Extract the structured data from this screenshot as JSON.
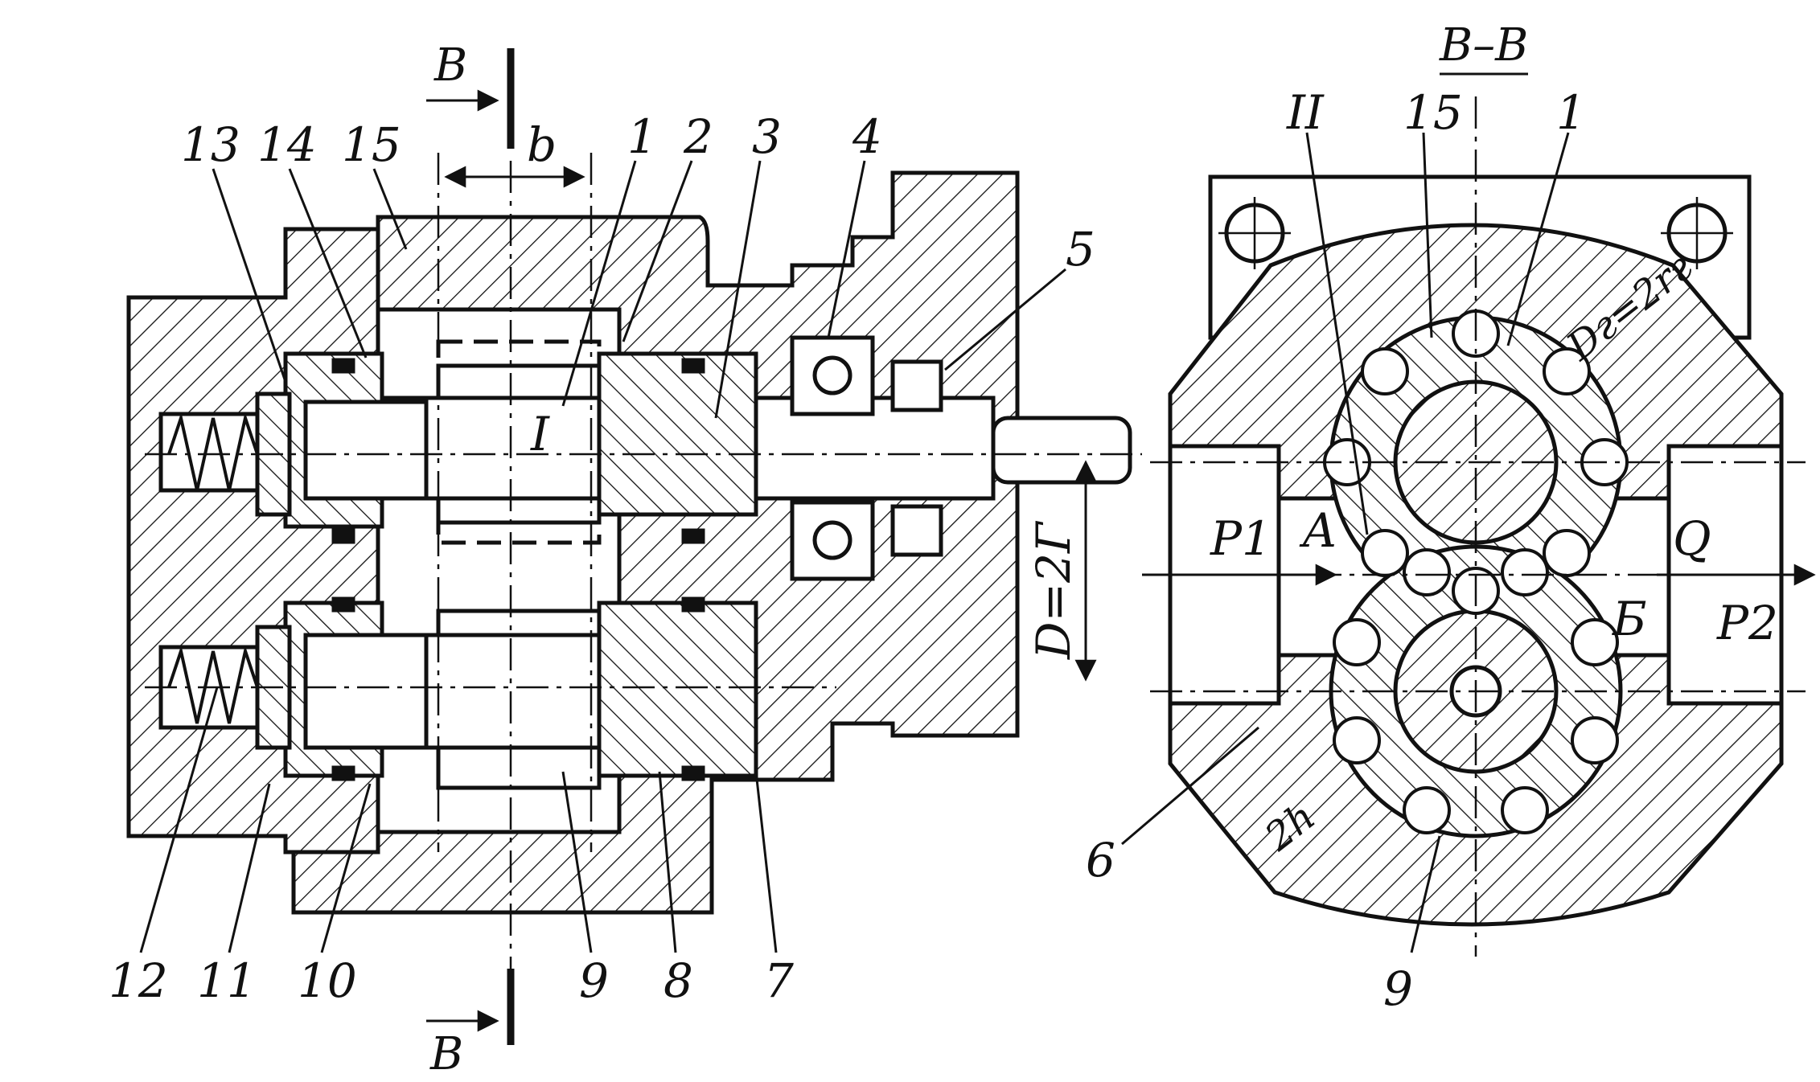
{
  "drawing": {
    "section_marks": {
      "top": "B",
      "bottom": "B",
      "view_title": "B–B"
    },
    "dimensions": {
      "width_label": "b",
      "center_distance": "D=2Г",
      "pitch_diameter": "Dг=2rг",
      "tooth_height": "2h"
    },
    "flow": {
      "inlet_pressure": "P1",
      "outlet_pressure": "P2",
      "inlet_chamber": "A",
      "outlet_chamber": "Б",
      "flow_rate": "Q"
    },
    "left_callouts": {
      "c13": "13",
      "c14": "14",
      "c15": "15",
      "c1": "1",
      "c2": "2",
      "c3": "3",
      "c4": "4",
      "c5": "5",
      "c12": "12",
      "c11": "11",
      "c10": "10",
      "c9": "9",
      "c8": "8",
      "c7": "7",
      "detail": "I"
    },
    "right_callouts": {
      "detail": "II",
      "c15": "15",
      "c1": "1",
      "c6": "6",
      "c9": "9"
    },
    "colors": {
      "ink": "#111111",
      "paper": "#ffffff"
    }
  }
}
